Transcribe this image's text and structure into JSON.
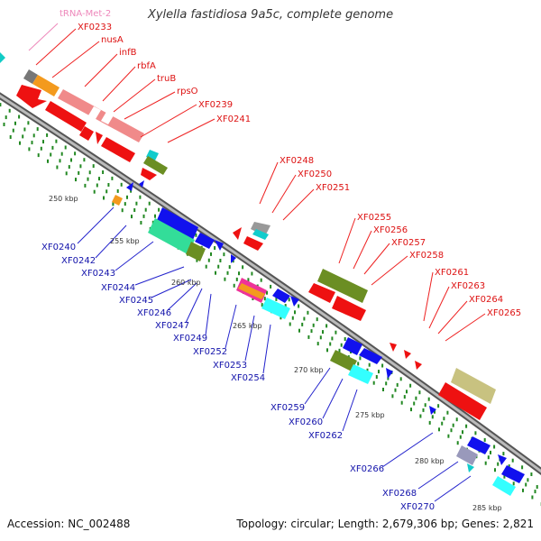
{
  "title": "Xylella fastidiosa 9a5c, complete genome",
  "footer": {
    "accession": "Accession: NC_002488",
    "topology": "Topology: circular; Length: 2,679,306 bp; Genes: 2,821"
  },
  "colors": {
    "forward_label": "#dd1111",
    "reverse_label": "#1111aa",
    "trna_label": "#ee88bb",
    "tick": "#228822",
    "backbone": "#888888"
  },
  "scale_labels": [
    "250 kbp",
    "255 kbp",
    "260 kbp",
    "265 kbp",
    "270 kbp",
    "275 kbp",
    "280 kbp",
    "285 kbp"
  ],
  "forward_labels": [
    "tRNA-Met-2",
    "XF0233",
    "nusA",
    "infB",
    "rbfA",
    "truB",
    "rpsO",
    "XF0239",
    "XF0241",
    "XF0248",
    "XF0250",
    "XF0251",
    "XF0255",
    "XF0256",
    "XF0257",
    "XF0258",
    "XF0261",
    "XF0263",
    "XF0264",
    "XF0265"
  ],
  "reverse_labels": [
    "XF0240",
    "XF0242",
    "XF0243",
    "XF0244",
    "XF0245",
    "XF0246",
    "XF0247",
    "XF0249",
    "XF0252",
    "XF0253",
    "XF0254",
    "XF0259",
    "XF0260",
    "XF0262",
    "XF0266",
    "XF0268",
    "XF0270"
  ]
}
